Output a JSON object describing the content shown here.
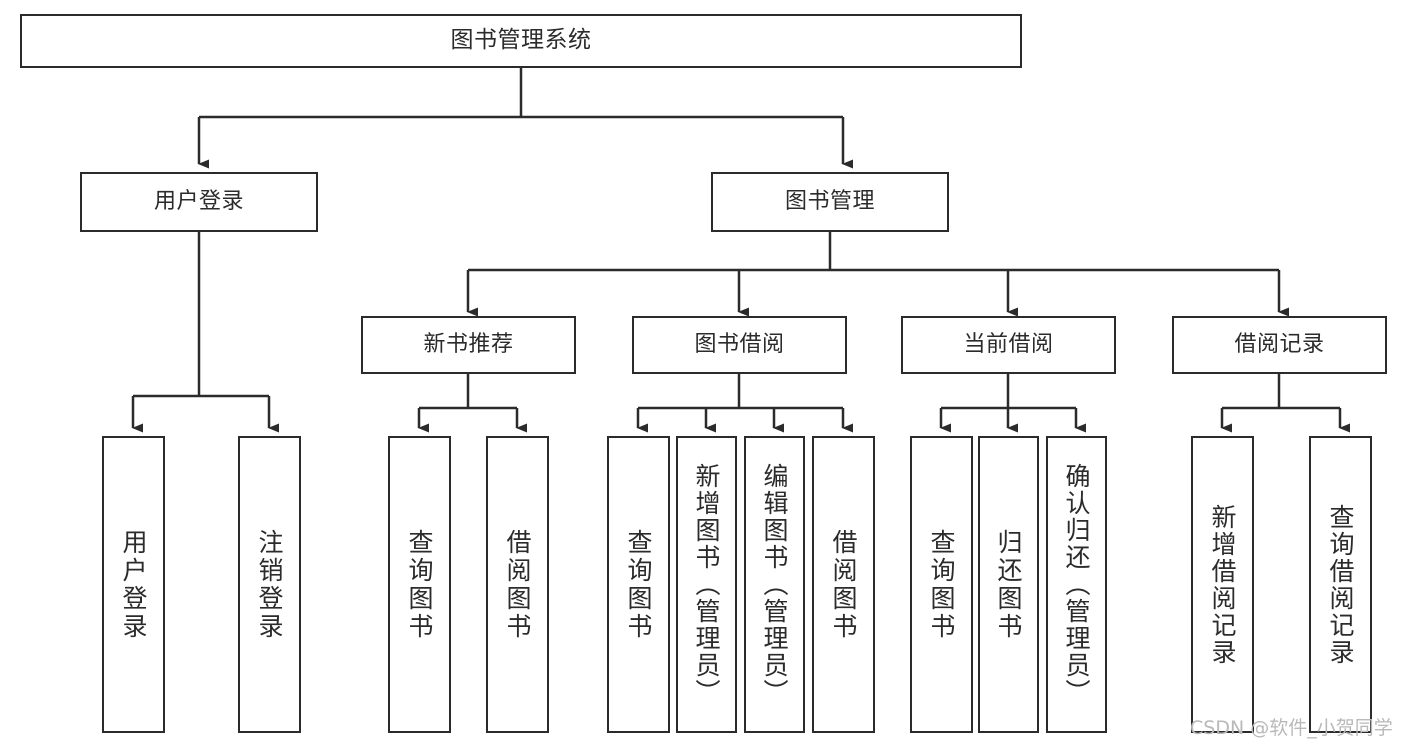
{
  "diagram": {
    "title": "图书管理系统",
    "type": "tree-hierarchy-chart",
    "watermark": "CSDN @软件_小贺同学",
    "colors": {
      "stroke": "#2b2b2b",
      "fill": "#ffffff",
      "text": "#2b2b2b",
      "watermark": "#b9b9b9"
    },
    "levels": {
      "root": {
        "label": "图书管理系统"
      },
      "level2": [
        {
          "label": "用户登录"
        },
        {
          "label": "图书管理"
        }
      ],
      "level3": [
        {
          "label": "新书推荐"
        },
        {
          "label": "图书借阅"
        },
        {
          "label": "当前借阅"
        },
        {
          "label": "借阅记录"
        }
      ],
      "leaves": [
        {
          "label": "用户登录",
          "parent": "用户登录"
        },
        {
          "label": "注销登录",
          "parent": "用户登录"
        },
        {
          "label": "查询图书",
          "parent": "新书推荐"
        },
        {
          "label": "借阅图书",
          "parent": "新书推荐"
        },
        {
          "label": "查询图书",
          "parent": "图书借阅"
        },
        {
          "label": "新增图书（管理员）",
          "parent": "图书借阅"
        },
        {
          "label": "编辑图书（管理员）",
          "parent": "图书借阅"
        },
        {
          "label": "借阅图书",
          "parent": "图书借阅"
        },
        {
          "label": "查询图书",
          "parent": "当前借阅"
        },
        {
          "label": "归还图书",
          "parent": "当前借阅"
        },
        {
          "label": "确认归还（管理员）",
          "parent": "当前借阅"
        },
        {
          "label": "新增借阅记录",
          "parent": "借阅记录"
        },
        {
          "label": "查询借阅记录",
          "parent": "借阅记录"
        }
      ]
    }
  }
}
